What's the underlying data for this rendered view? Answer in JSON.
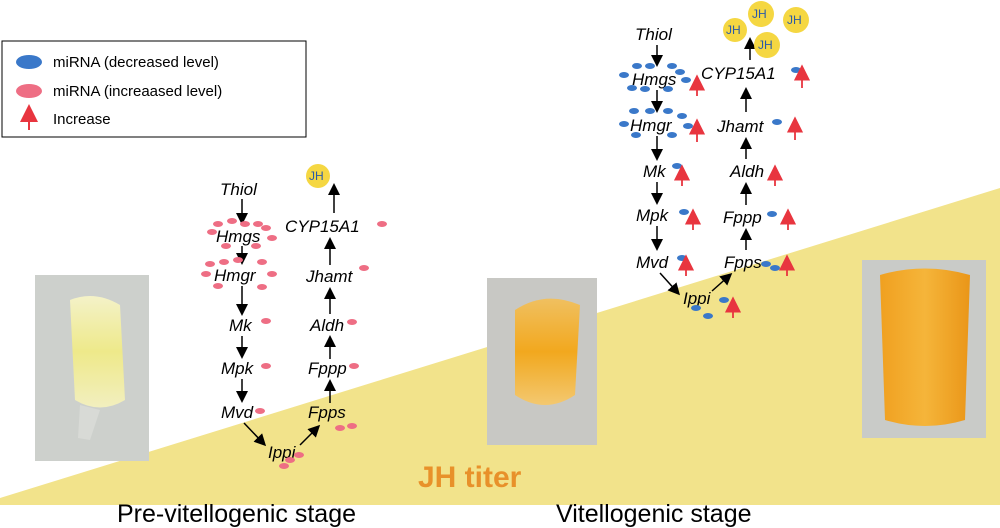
{
  "legend": {
    "decreased": "miRNA (decreased level)",
    "increased": "miRNA (increaased level)",
    "increase": "Increase"
  },
  "titer_label": "JH titer",
  "stages": {
    "pre": "Pre-vitellogenic stage",
    "vit": "Vitellogenic stage"
  },
  "pathway": {
    "left": [
      "Thiol",
      "Hmgs",
      "Hmgr",
      "Mk",
      "Mpk",
      "Mvd"
    ],
    "bottom": "Ippi",
    "right": [
      "Fpps",
      "Fppp",
      "Aldh",
      "Jhamt",
      "CYP15A1"
    ],
    "product": "JH"
  },
  "colors": {
    "decreased": "#3a78c9",
    "increased": "#ee6e84",
    "arrow_increase": "#e8353f",
    "titer_fill": "#f2e38b",
    "jh_circle": "#f5d742",
    "titer_text": "#e8912a"
  }
}
